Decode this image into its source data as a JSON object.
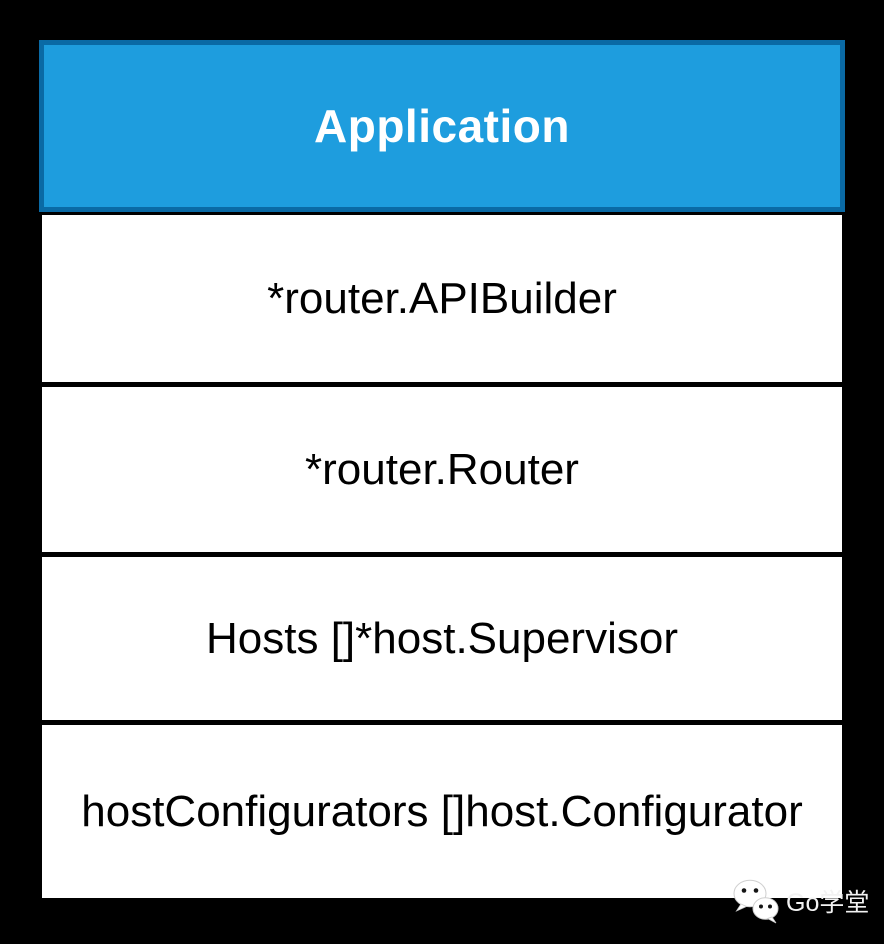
{
  "diagram": {
    "header": {
      "label": "Application",
      "fill_color": "#1e9dde",
      "border_color": "#0a6aa5",
      "text_color": "#ffffff"
    },
    "rows": [
      {
        "label": "*router.APIBuilder"
      },
      {
        "label": "*router.Router"
      },
      {
        "label": "Hosts []*host.Supervisor"
      },
      {
        "label": "hostConfigurators []host.Configurator"
      }
    ],
    "colors": {
      "background": "#000000",
      "row_background": "#ffffff",
      "row_text": "#000000"
    }
  },
  "watermark": {
    "label": "Go学堂",
    "icon": "wechat-icon",
    "color": "#f2f2f2"
  }
}
